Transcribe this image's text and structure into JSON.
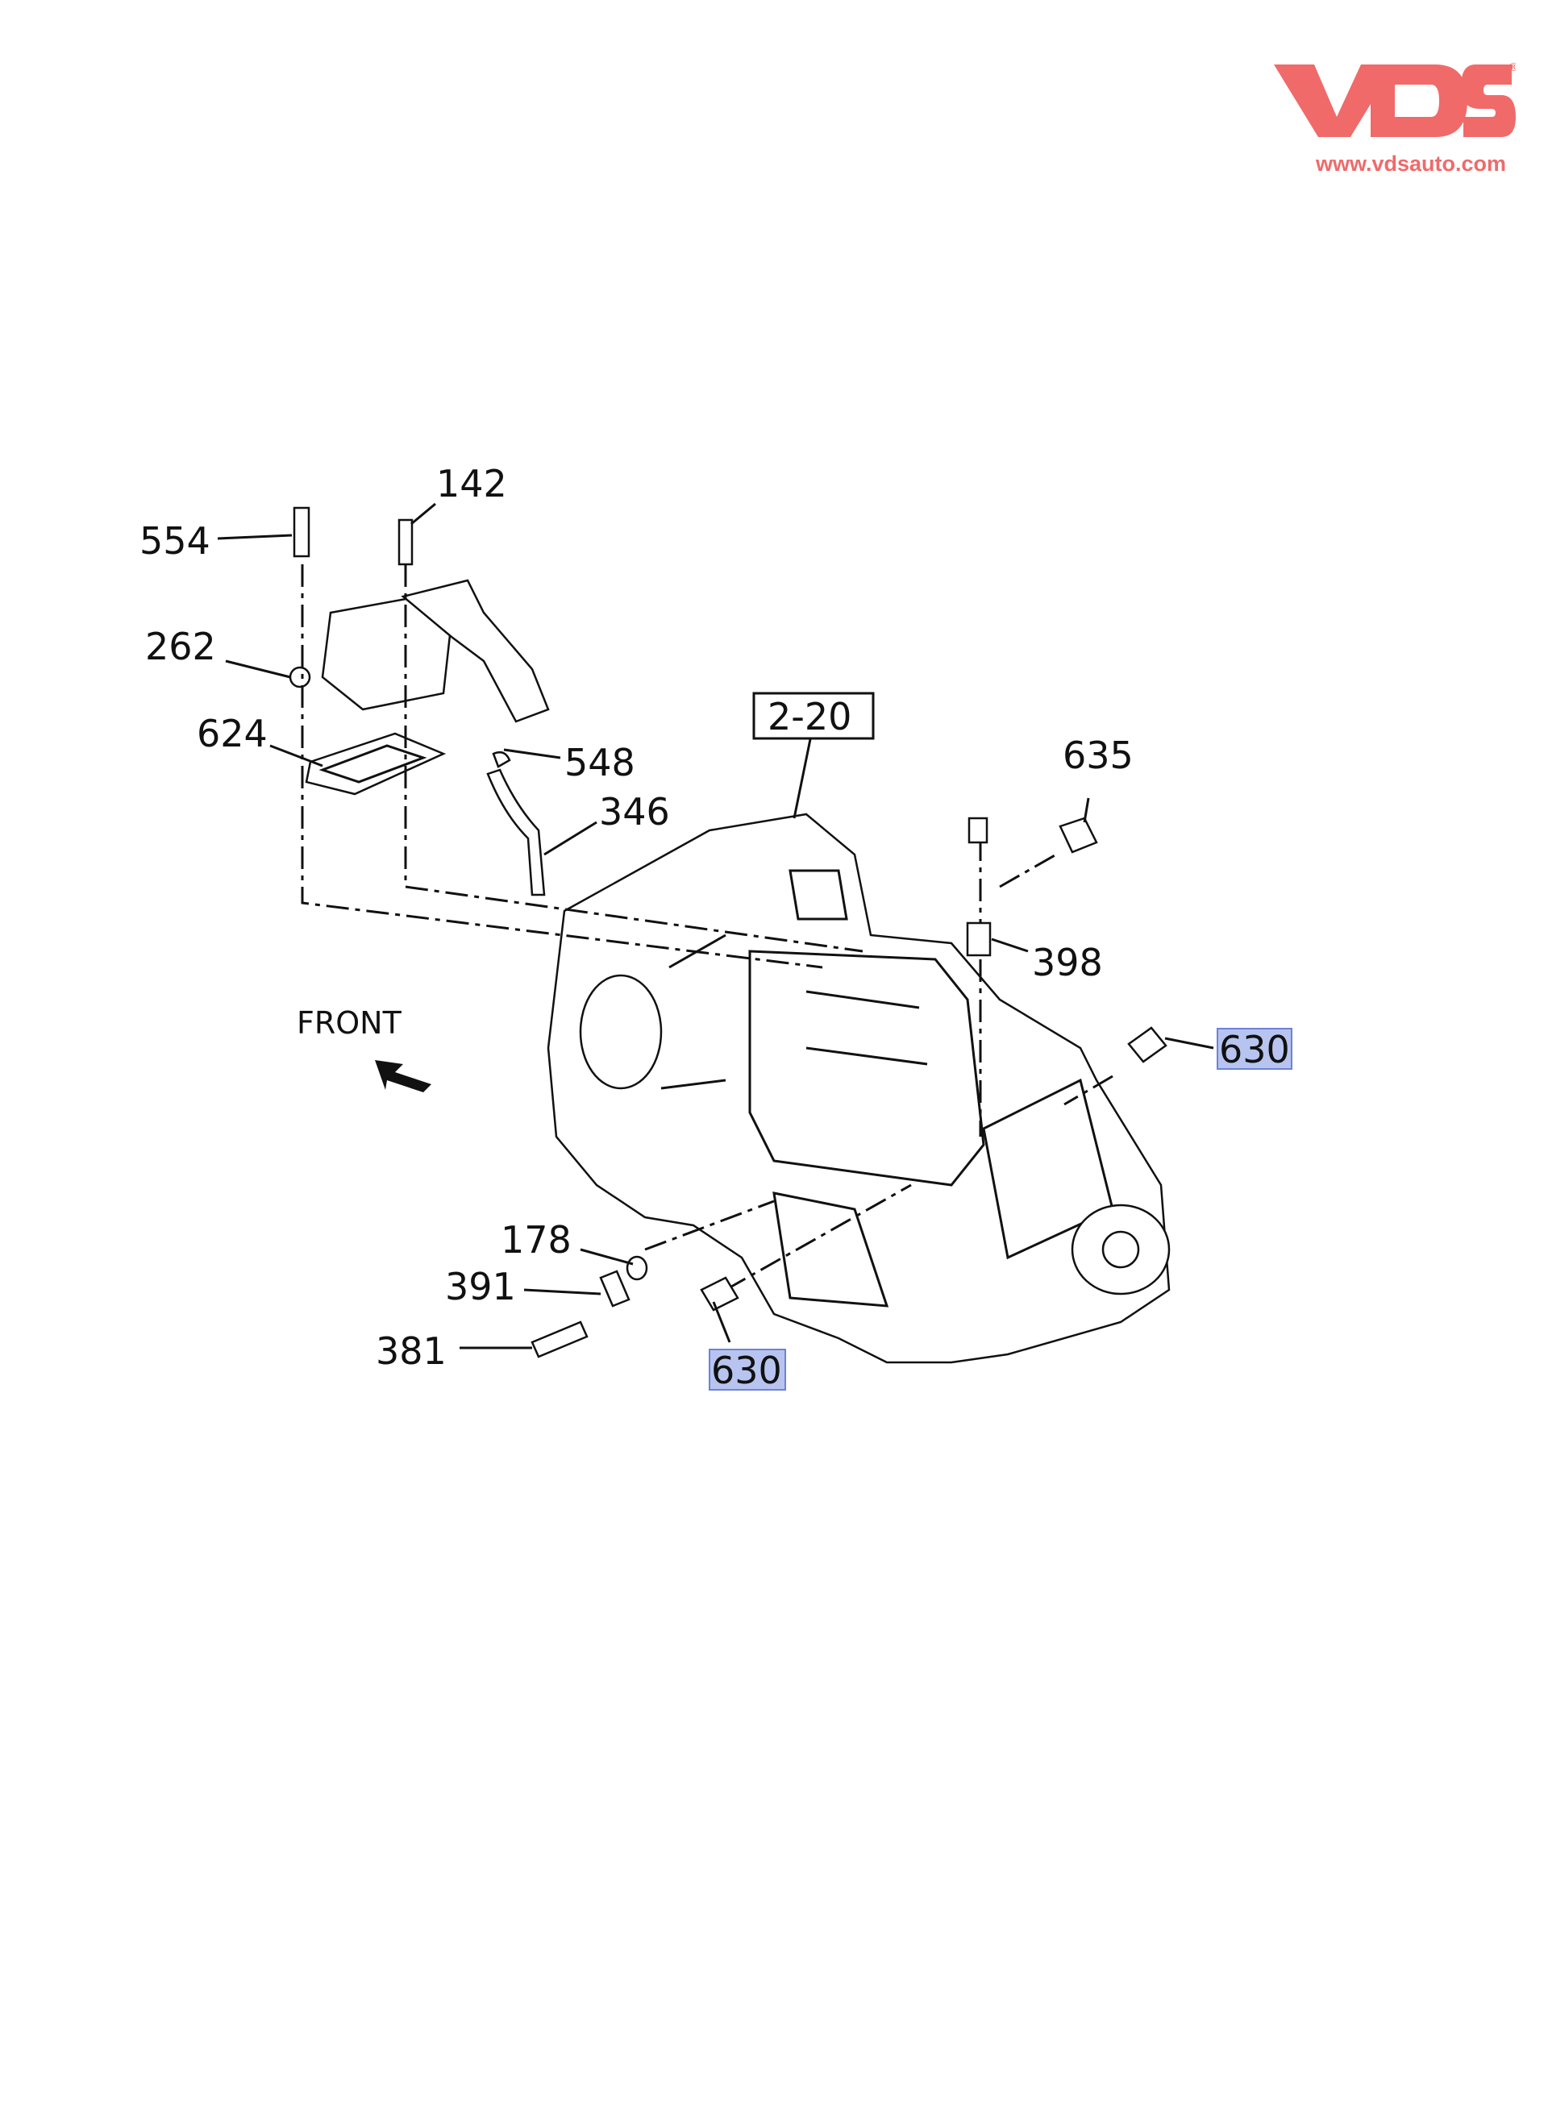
{
  "logo": {
    "brand": "VDS",
    "url": "www.vdsauto.com",
    "color": "#f06a6a"
  },
  "diagram": {
    "reference_box": "2-20",
    "front_label": "FRONT",
    "callouts": {
      "c554": "554",
      "c142": "142",
      "c262": "262",
      "c624": "624",
      "c548": "548",
      "c346": "346",
      "c635": "635",
      "c398": "398",
      "c630a": "630",
      "c178": "178",
      "c391": "391",
      "c381": "381",
      "c630b": "630"
    },
    "highlight_color": "#b8c4f0"
  }
}
